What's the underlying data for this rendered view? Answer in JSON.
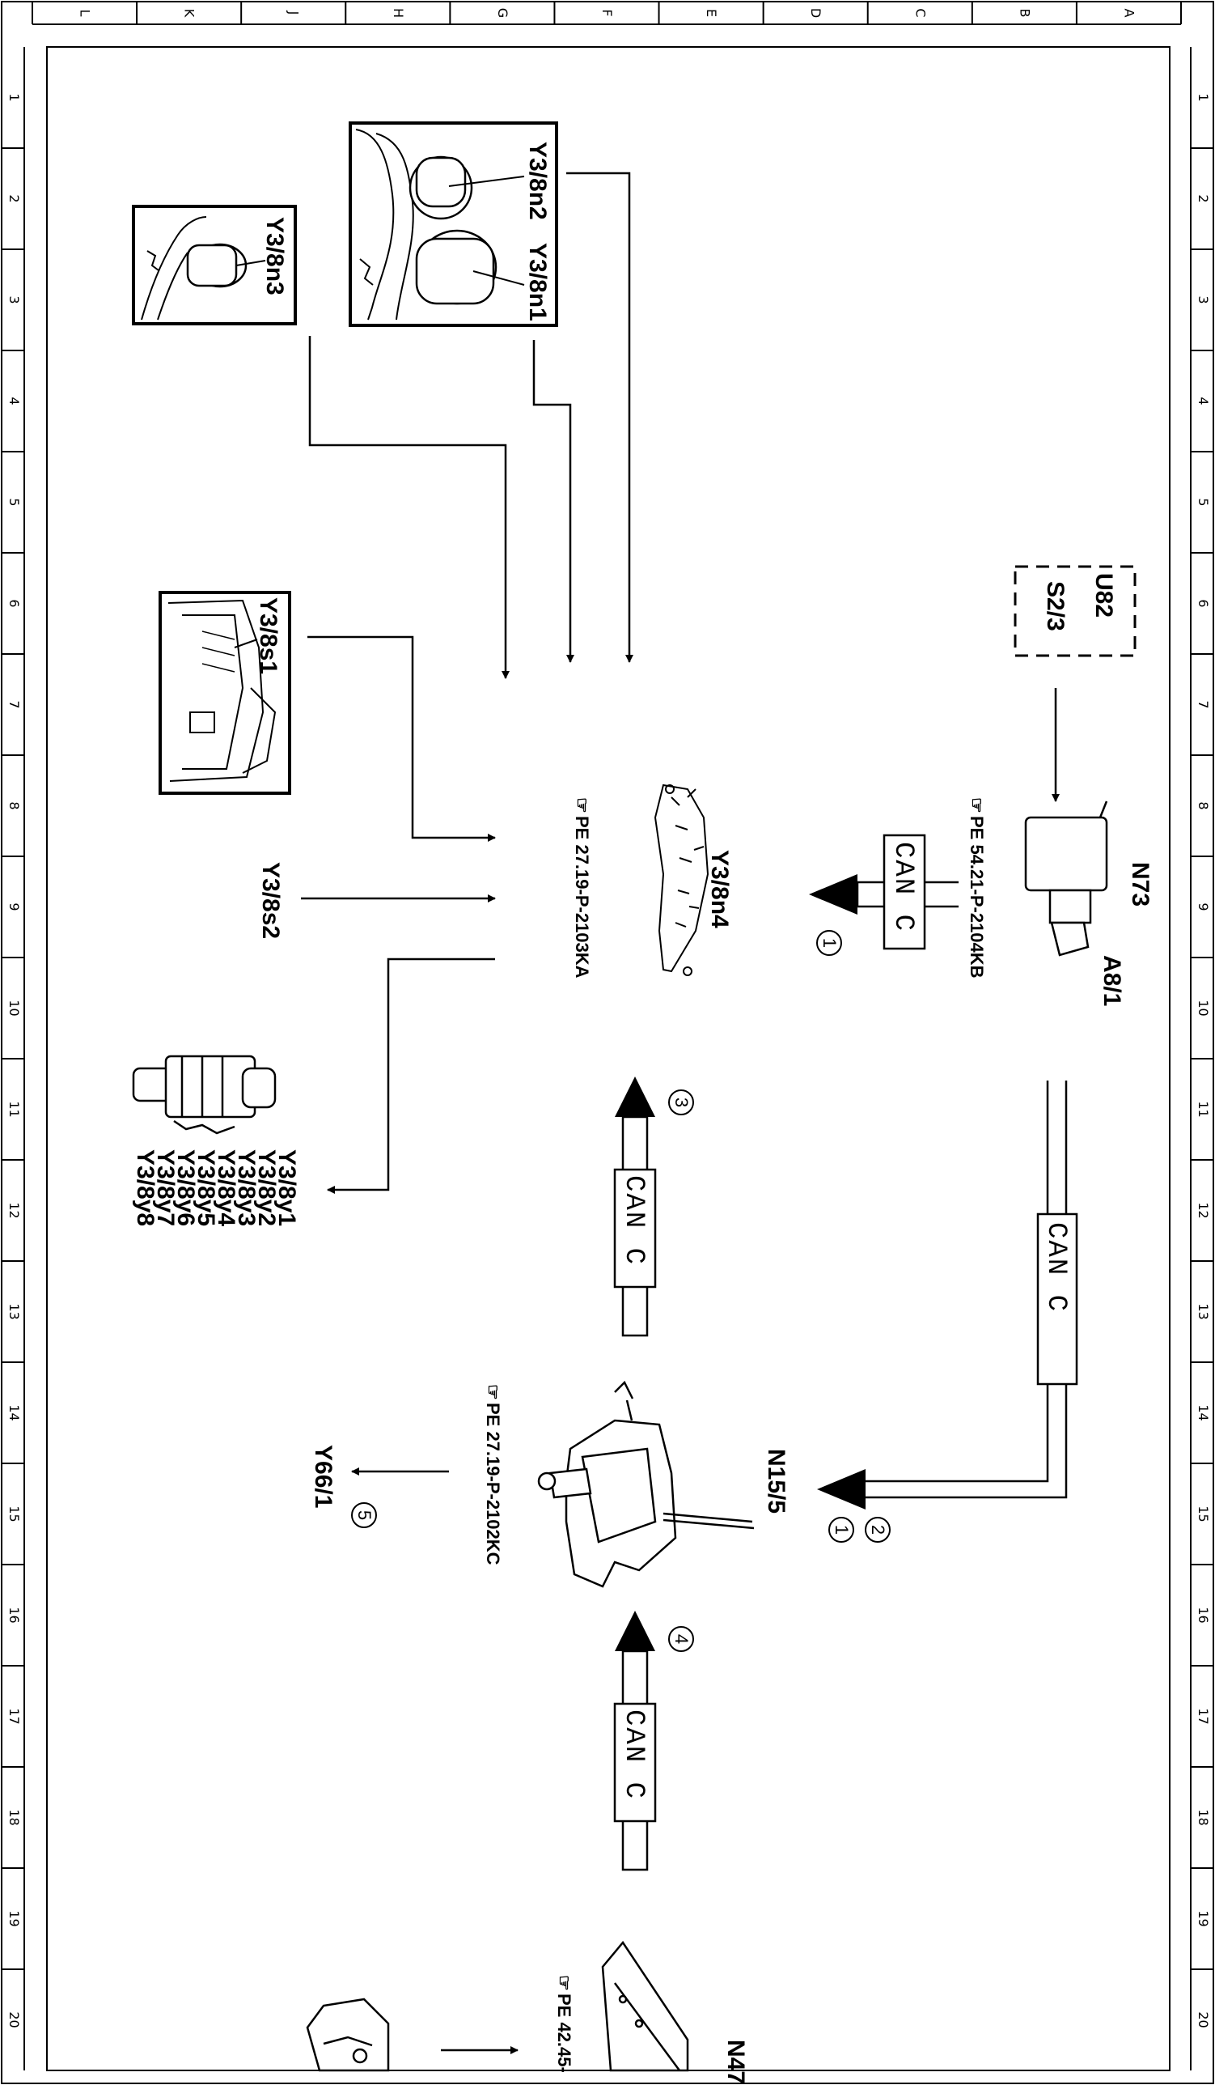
{
  "grid": {
    "columns": [
      "L",
      "K",
      "J",
      "H",
      "G",
      "F",
      "E",
      "D",
      "C",
      "B",
      "A"
    ],
    "rows": [
      "1",
      "2",
      "3",
      "4",
      "5",
      "6",
      "7",
      "8",
      "9",
      "10",
      "11",
      "12",
      "13",
      "14",
      "15",
      "16",
      "17",
      "18",
      "19",
      "20"
    ]
  },
  "components": {
    "y3_8n2": "Y3/8n2",
    "y3_8n1": "Y3/8n1",
    "y3_8n3": "Y3/8n3",
    "y3_8s1": "Y3/8s1",
    "y3_8s2": "Y3/8s2",
    "y3_8n4": "Y3/8n4",
    "y3_8n4_ref": "PE 27.19-P-2103KA",
    "u82": "U82",
    "s2_3": "S2/3",
    "n73": "N73",
    "a8_1": "A8/1",
    "n73_ref": "PE 54.21-P-2104KB",
    "valves": [
      "Y3/8y1",
      "Y3/8y2",
      "Y3/8y3",
      "Y3/8y4",
      "Y3/8y5",
      "Y3/8y6",
      "Y3/8y7",
      "Y3/8y8"
    ],
    "n15_5": "N15/5",
    "n15_5_ref": "PE 27.19-P-2102KC",
    "y66_1": "Y66/1",
    "n47": "N47-",
    "n47_ref": "PE 42.45-"
  },
  "can_bus": {
    "label1": "CAN C",
    "label2": "CAN C",
    "label3": "CAN C",
    "label4": "CAN C"
  },
  "markers": {
    "m1a": "1",
    "m1b": "1",
    "m2": "2",
    "m3": "3",
    "m4": "4",
    "m5": "5"
  }
}
